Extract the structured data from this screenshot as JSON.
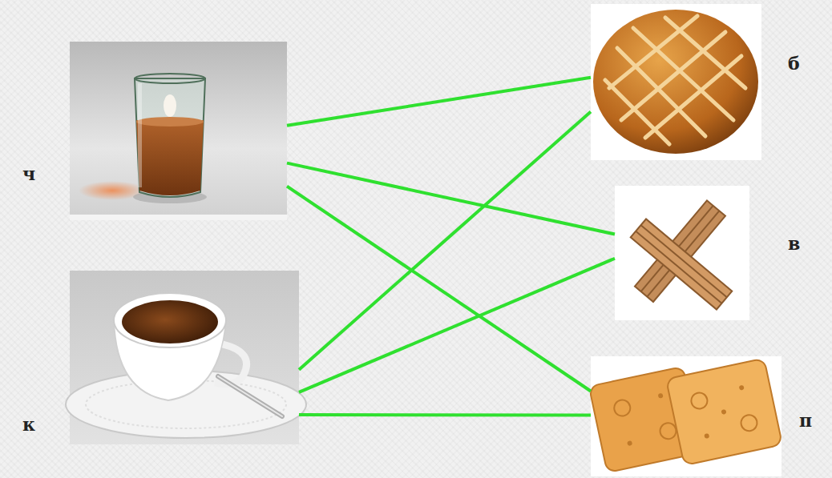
{
  "diagram": {
    "nodes": [
      {
        "text": [
          "ч"
        ]
      },
      {
        "text": [
          "к"
        ]
      },
      {
        "text": [
          "б"
        ]
      },
      {
        "text": [
          "в"
        ]
      },
      {
        "text": [
          "п"
        ]
      }
    ],
    "edges": [
      {
        "from": 0,
        "to": 2,
        "arrow": "none"
      },
      {
        "from": 0,
        "to": 3,
        "arrow": "none"
      },
      {
        "from": 0,
        "to": 4,
        "arrow": "none"
      },
      {
        "from": 1,
        "to": 2,
        "arrow": "none"
      },
      {
        "from": 1,
        "to": 3,
        "arrow": "none"
      },
      {
        "from": 1,
        "to": 4,
        "arrow": "none"
      }
    ]
  }
}
